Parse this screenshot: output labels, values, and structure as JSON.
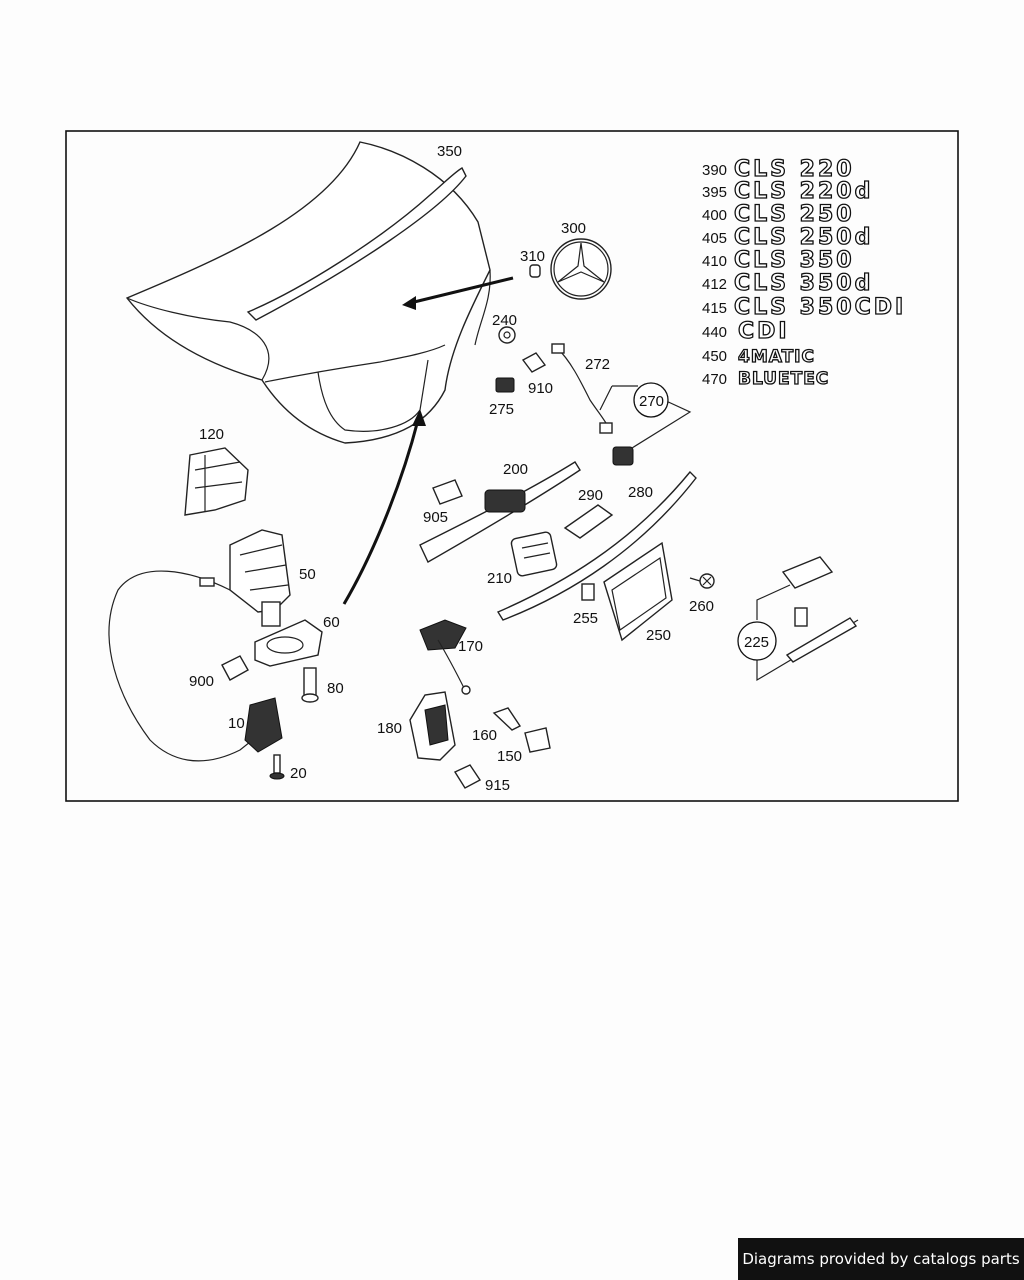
{
  "callouts": {
    "c350": "350",
    "c300": "300",
    "c310": "310",
    "c240": "240",
    "c272": "272",
    "c910": "910",
    "c275": "275",
    "c270": "270",
    "c120": "120",
    "c200": "200",
    "c905": "905",
    "c290": "290",
    "c280": "280",
    "c50": "50",
    "c210": "210",
    "c255": "255",
    "c260": "260",
    "c60": "60",
    "c250": "250",
    "c225": "225",
    "c170": "170",
    "c900": "900",
    "c80": "80",
    "c10": "10",
    "c180": "180",
    "c160": "160",
    "c150": "150",
    "c20": "20",
    "c915": "915"
  },
  "badges": [
    {
      "num": "390",
      "text": "CLS 220"
    },
    {
      "num": "395",
      "text": "CLS 220d"
    },
    {
      "num": "400",
      "text": "CLS 250"
    },
    {
      "num": "405",
      "text": "CLS 250d"
    },
    {
      "num": "410",
      "text": "CLS 350"
    },
    {
      "num": "412",
      "text": "CLS 350d"
    },
    {
      "num": "415",
      "text": "CLS 350CDI"
    },
    {
      "num": "440",
      "text": "CDI"
    },
    {
      "num": "450",
      "text": "4MATIC"
    },
    {
      "num": "470",
      "text": "BLUETEC"
    }
  ],
  "footer": "Diagrams provided by catalogs parts"
}
